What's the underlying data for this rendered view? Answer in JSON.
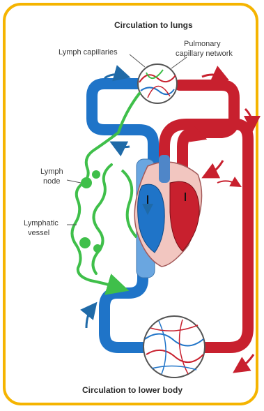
{
  "labels": {
    "top_title": "Circulation to lungs",
    "bottom_title": "Circulation to lower body",
    "lymph_capillaries": "Lymph capillaries",
    "pulmonary_line1": "Pulmonary",
    "pulmonary_line2": "capillary network",
    "lymph_node_line1": "Lymph",
    "lymph_node_line2": "node",
    "lymphatic_vessel_line1": "Lymphatic",
    "lymphatic_vessel_line2": "vessel"
  },
  "colors": {
    "frame": "#f5b400",
    "deoxygenated_blue": "#1f74c8",
    "oxygenated_red": "#c8202e",
    "lymph_green": "#3fbf4a"
  }
}
